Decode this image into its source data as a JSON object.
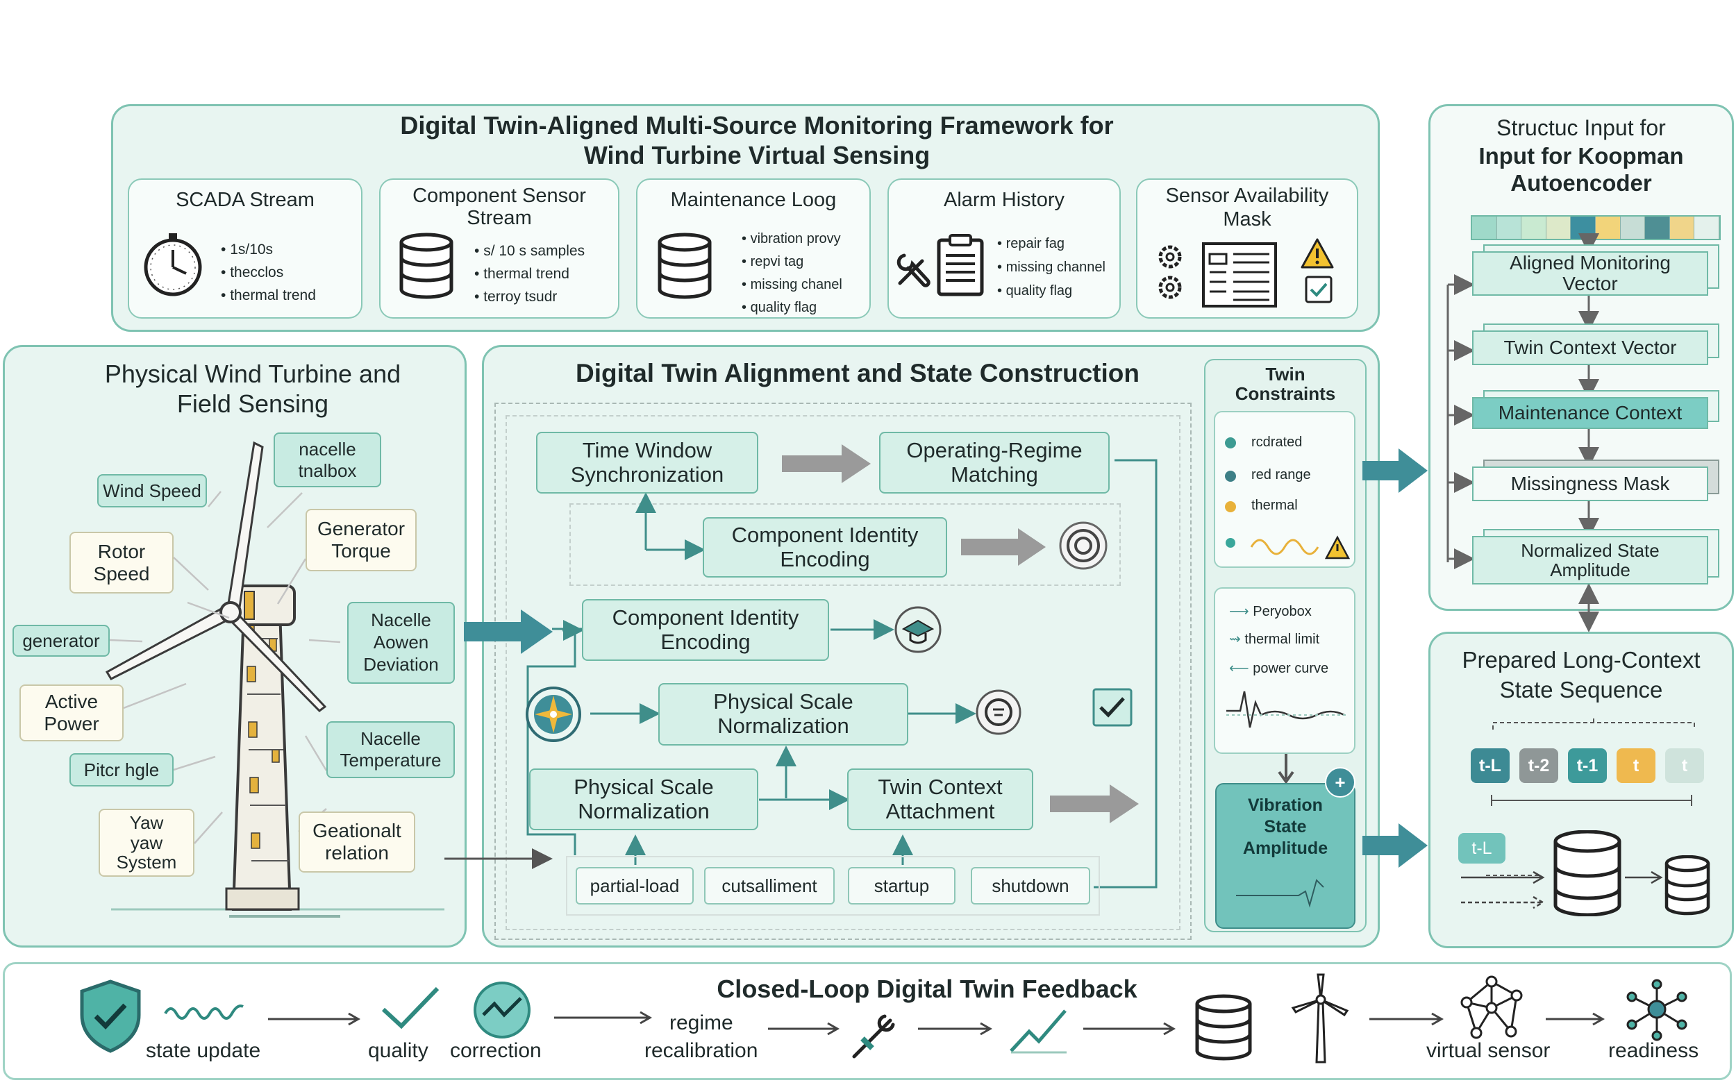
{
  "top": {
    "title_line1": "Digital Twin-Aligned Multi-Source Monitoring Framework for",
    "title_line2": "Wind Turbine Virtual Sensing",
    "sources": [
      {
        "title": "SCADA Stream",
        "items": [
          "1s/10s",
          "thecclos",
          "thermal trend"
        ]
      },
      {
        "title_line1": "Component Sensor",
        "title_line2": "Stream",
        "items": [
          "s/ 10 s samples",
          "thermal trend",
          "terroy tsudr"
        ]
      },
      {
        "title": "Maintenance Loog",
        "items": [
          "vibration provy",
          "repvi tag",
          "missing chanel",
          "quality flag"
        ]
      },
      {
        "title": "Alarm History",
        "items": [
          "repair fag",
          "missing channel",
          "quality flag"
        ]
      },
      {
        "title_line1": "Sensor Availability",
        "title_line2": "Mask"
      }
    ]
  },
  "physical": {
    "title_line1": "Physical Wind Turbine and",
    "title_line2": "Field Sensing",
    "labels": {
      "wind_speed": "Wind Speed",
      "nacelle_tnalbox": [
        "nacelle",
        "tnalbox"
      ],
      "rotor_speed": [
        "Rotor",
        "Speed"
      ],
      "generator_torque": [
        "Generator",
        "Torque"
      ],
      "generator": "generator",
      "nacelle_deviation": [
        "Nacelle",
        "Aowen",
        "Deviation"
      ],
      "active_power": [
        "Active",
        "Power"
      ],
      "nacelle_temperature": [
        "Nacelle",
        "Temperature"
      ],
      "pitch_angle": "Pitcr hgle",
      "yaw_system": [
        "Yaw",
        "yaw",
        "System"
      ],
      "geational_relation": [
        "Geationalt",
        "relation"
      ]
    }
  },
  "alignment": {
    "title": "Digital Twin Alignment and State Construction",
    "time_window": [
      "Time Window",
      "Synchronization"
    ],
    "operating_regime": [
      "Operating-Regime",
      "Matching"
    ],
    "component_identity_1": [
      "Component Identity",
      "Encoding"
    ],
    "component_identity_2": [
      "Component Identity",
      "Encoding"
    ],
    "physical_scale_1": [
      "Physical Scale",
      "Normalization"
    ],
    "physical_scale_2": [
      "Physical Scale",
      "Normalization"
    ],
    "twin_context": [
      "Twin Context",
      "Attachment"
    ],
    "regimes": [
      "partial-load",
      "cutsalliment",
      "startup",
      "shutdown"
    ]
  },
  "constraints": {
    "title_line1": "Twin",
    "title_line2": "Constraints",
    "items": [
      {
        "label": "rcdrated",
        "color": "#3d9b92"
      },
      {
        "label": "red range",
        "color": "#3d7f86"
      },
      {
        "label": "thermal",
        "color": "#e8b13a"
      },
      {
        "label": "",
        "color": "#3aa79b"
      }
    ],
    "legend": [
      "Peryobox",
      "thermal limit",
      "power curve"
    ],
    "vibration": [
      "Vibration",
      "State",
      "Amplitude"
    ],
    "plus": "+"
  },
  "structured": {
    "title_line1": "Structuc Input for",
    "title_line2": "Input for Koopman",
    "title_line3": "Autoencoder",
    "strip_colors": [
      "#9fd9c9",
      "#b8e3d7",
      "#c9ead1",
      "#dde9c9",
      "#3d8fa0",
      "#f2d47a",
      "#c7ddd6",
      "#4f8f94",
      "#f0d58a",
      "#e4f1ec"
    ],
    "layers": [
      [
        "Aligned Monitoring",
        "Vector"
      ],
      [
        "Twin Context Vector"
      ],
      [
        "Maintenance Context"
      ],
      [
        "Missingness Mask"
      ],
      [
        "Normalized State",
        "Amplitude"
      ]
    ]
  },
  "sequence": {
    "title_line1": "Prepared Long-Context",
    "title_line2": "State Sequence",
    "tokens": [
      {
        "label": "t-L",
        "color": "#3d8a94"
      },
      {
        "label": "t-2",
        "color": "#8f9797"
      },
      {
        "label": "t-1",
        "color": "#3d9a9a"
      },
      {
        "label": "t",
        "color": "#efb94f"
      },
      {
        "label": "t",
        "color": "#cfe3dc"
      }
    ],
    "small_token": "t-L"
  },
  "feedback": {
    "title": "Closed-Loop Digital Twin Feedback",
    "state_update": "state update",
    "quality": "quality",
    "correction": "correction",
    "regime_line1": "regime",
    "regime_line2": "recalibration",
    "virtual_sensor": "virtual sensor",
    "readiness": "readiness"
  },
  "colors": {
    "accent": "#3f8e98",
    "panel_bg": "#e8f5f1",
    "panel_border": "#7fc3b2",
    "box_fill": "#d6f0e8"
  }
}
